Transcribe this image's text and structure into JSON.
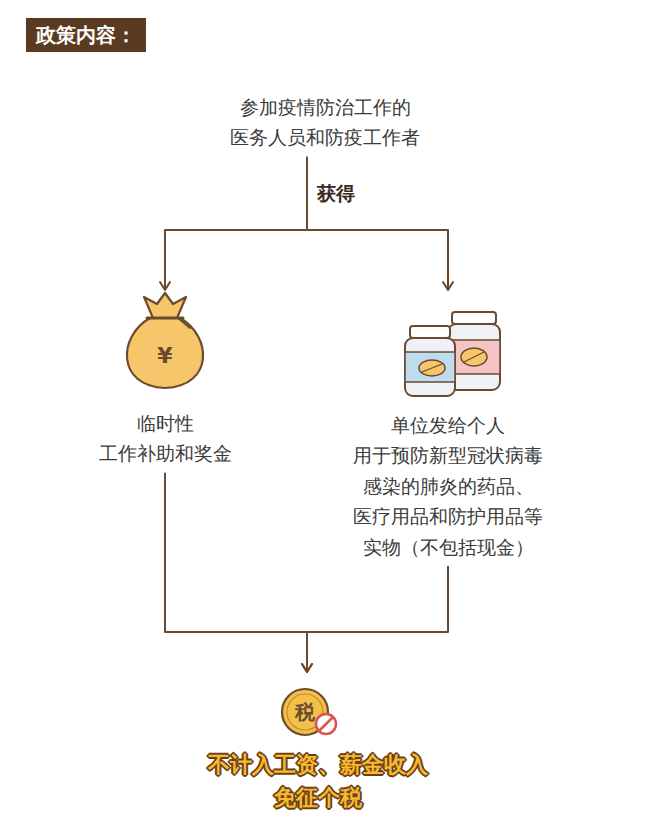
{
  "diagram": {
    "title": "政策内容：",
    "nodes": [
      {
        "text": [
          "参加疫情防治工作的 医务人员和防疫工作者"
        ]
      },
      {
        "text": [
          "临时性 工作补助和奖金"
        ]
      },
      {
        "text": [
          "单位发给个人 用于预防新型冠状病毒 感染的肺炎的药品、 医疗用品和防护用品等 实物（不包括现金）"
        ]
      },
      {
        "text": [
          "不计入工资、薪金收入 免征个税"
        ]
      }
    ],
    "edges": [
      {
        "from": 0,
        "to": 1,
        "arrow": "to",
        "label": "获得"
      },
      {
        "from": 0,
        "to": 2,
        "arrow": "to"
      },
      {
        "from": 1,
        "to": 3,
        "arrow": "to"
      },
      {
        "from": 2,
        "to": 3,
        "arrow": "to"
      }
    ],
    "labels": [
      "¥",
      "税"
    ]
  }
}
